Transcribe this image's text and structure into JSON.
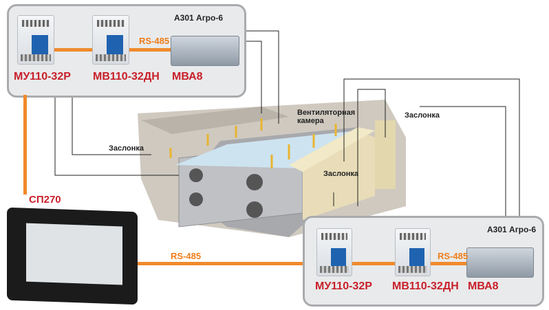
{
  "top_group": {
    "title": "А301 Агро-6",
    "bus_label": "RS-485",
    "devices": [
      "МУ110-32Р",
      "МВ110-32ДН",
      "МВА8"
    ]
  },
  "bottom_group": {
    "title": "А301 Агро-6",
    "bus_label": "RS-485",
    "devices": [
      "МУ110-32Р",
      "МВ110-32ДН",
      "МВА8"
    ]
  },
  "panel": {
    "label": "СП270"
  },
  "link_label": "RS-485",
  "annotations": {
    "damper_left": "Заслонка",
    "fan_room": "Вентиляторная камера",
    "damper_right": "Заслонка",
    "damper_center": "Заслонка"
  },
  "colors": {
    "bus": "#f08a2c",
    "device_label": "#c8202a"
  }
}
